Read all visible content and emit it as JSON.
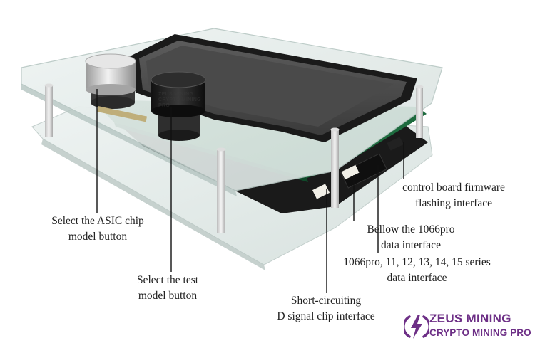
{
  "callouts": {
    "asic": {
      "line1": "Select the ASIC chip",
      "line2": "model button"
    },
    "test": {
      "line1": "Select the test",
      "line2": "model button"
    },
    "short": {
      "line1": "Short-circuiting",
      "line2": "D signal clip interface"
    },
    "series": {
      "line1": "1066pro, 11, 12, 13, 14, 15 series",
      "line2": "data interface"
    },
    "bellow": {
      "line1": "Bellow the 1066pro",
      "line2": "data interface"
    },
    "firmware": {
      "line1": "control board firmware",
      "line2": "flashing interface"
    }
  },
  "brand": {
    "line1": "ZEUS MINING",
    "line2": "CRYPTO MINING PRO",
    "color": "#6d2f86",
    "logo_icon": "lightning-bolt-icon"
  },
  "watermark": {
    "line1": "ZEUS MINING",
    "line2": "CRYPTO MINING PRO"
  },
  "device": {
    "lcd_color": "#4a4a4a",
    "pcb_color": "#1d6b3e",
    "knob_colors": [
      "#c9c9c9",
      "#1f1f1f"
    ]
  }
}
